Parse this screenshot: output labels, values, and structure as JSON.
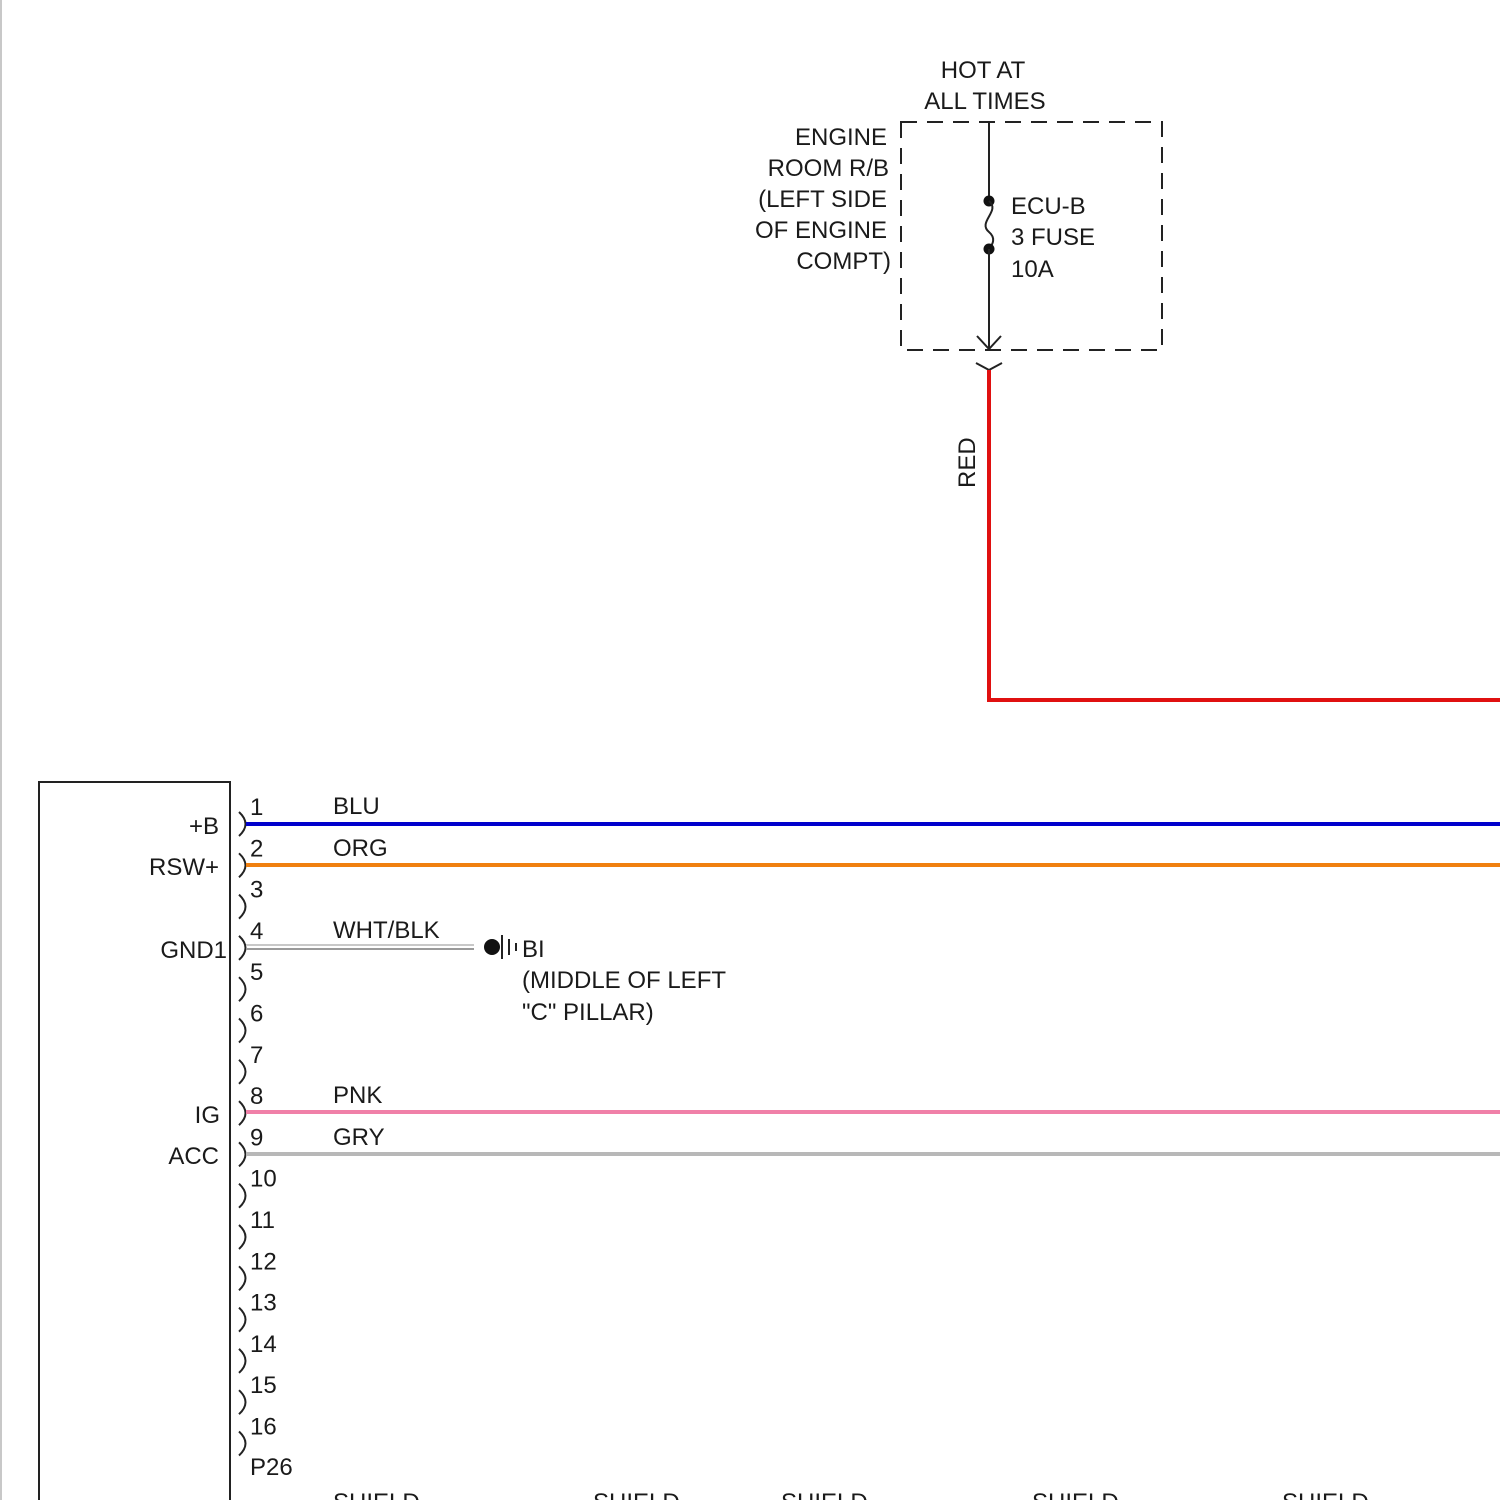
{
  "fuse_box": {
    "hot_line1": "HOT AT",
    "hot_line2": "ALL TIMES",
    "location": [
      "ENGINE",
      "ROOM R/B",
      "(LEFT SIDE",
      "OF ENGINE",
      "COMPT)"
    ],
    "fuse": [
      "ECU-B",
      "3 FUSE",
      "10A"
    ]
  },
  "wires": {
    "red": {
      "label": "RED",
      "color": "#e01010"
    },
    "blu": {
      "label": "BLU",
      "color": "#0000cc"
    },
    "org": {
      "label": "ORG",
      "color": "#f08010"
    },
    "wht_blk": {
      "label": "WHT/BLK",
      "color": "#9a9a9a"
    },
    "pnk": {
      "label": "PNK",
      "color": "#f080a8"
    },
    "gry": {
      "label": "GRY",
      "color": "#b8b8b8"
    }
  },
  "connector": {
    "name": "P26",
    "pins": [
      "1",
      "2",
      "3",
      "4",
      "5",
      "6",
      "7",
      "8",
      "9",
      "10",
      "11",
      "12",
      "13",
      "14",
      "15",
      "16"
    ],
    "pin_labels": {
      "1": "+B",
      "2": "RSW+",
      "4": "GND1",
      "8": "IG",
      "9": "ACC"
    }
  },
  "ground": {
    "name": "BI",
    "location_line1": "(MIDDLE OF LEFT",
    "location_line2": "\"C\" PILLAR)"
  },
  "bottom_row": {
    "label": "SHIELD"
  }
}
